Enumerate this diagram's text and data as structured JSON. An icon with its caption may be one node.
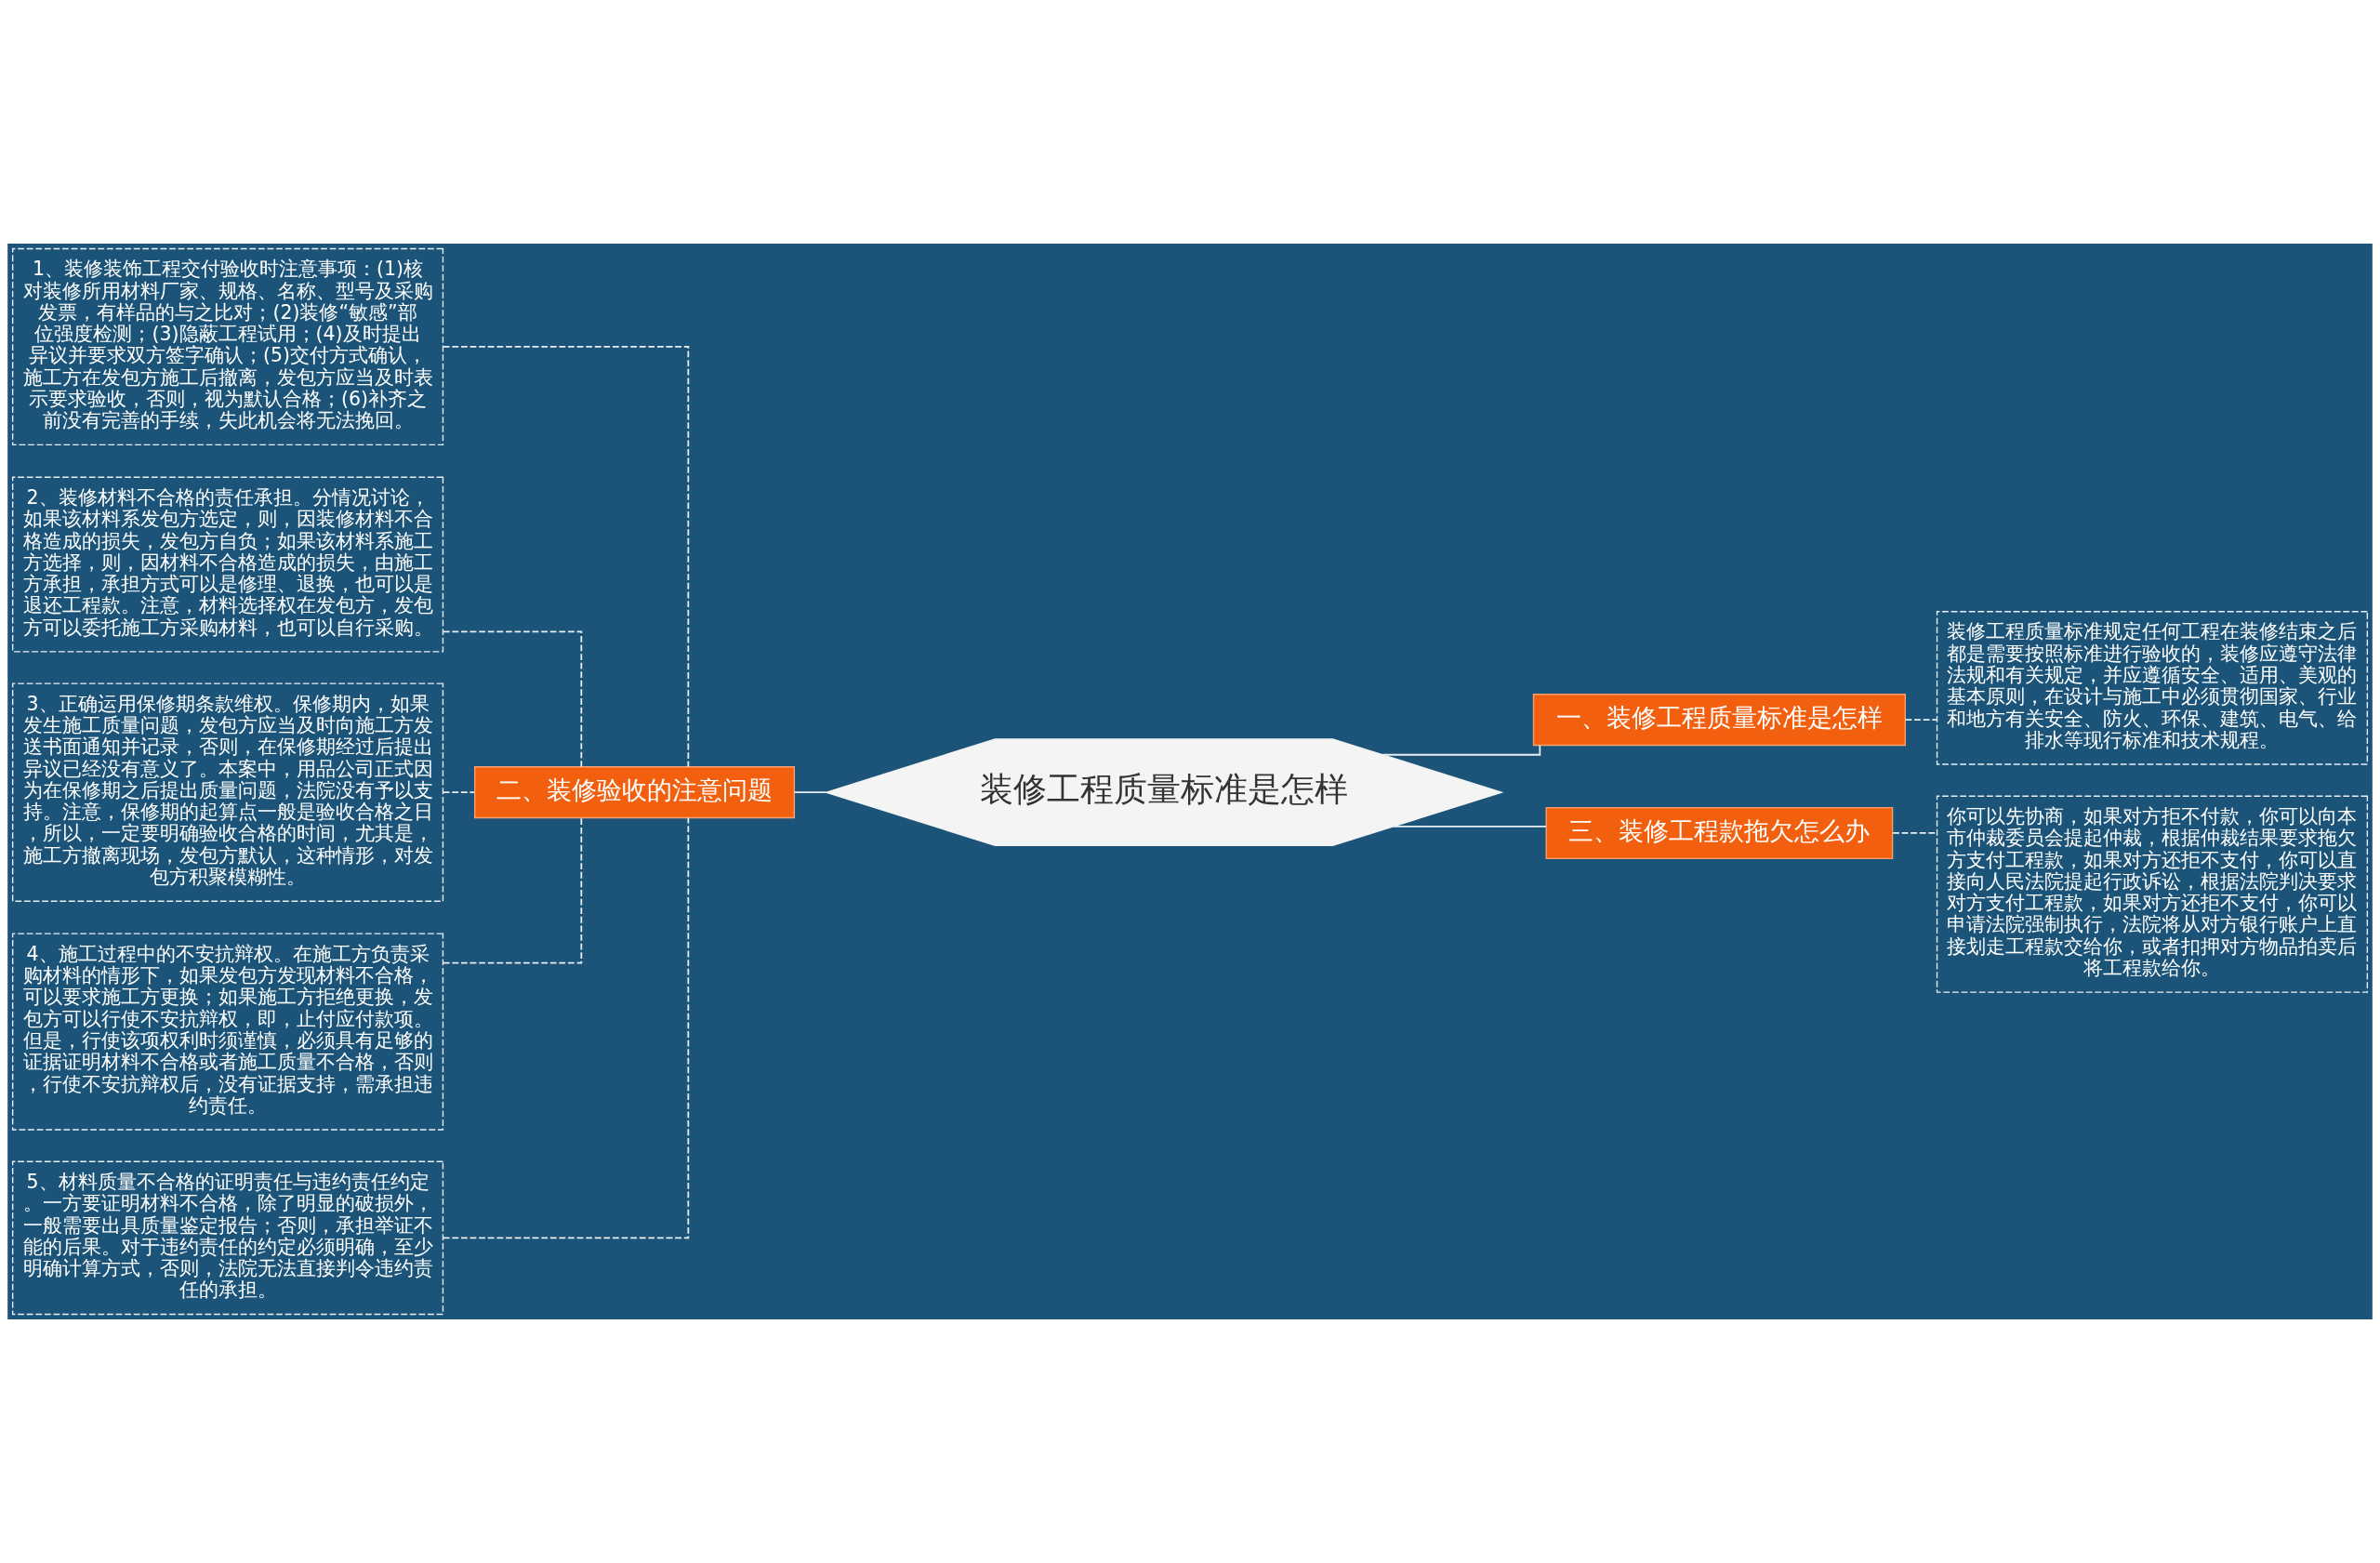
{
  "diagram": {
    "nodes": [
      {
        "text": [
          "装修工程质量标准是怎样"
        ]
      },
      {
        "text": [
          "二、装修验收的注意问题"
        ]
      },
      {
        "text": [
          "1、装修装饰工程交付验收时注意事项：(1)核对装修所用材料厂家、规格、名称、型号及采购发票，有样品的与之比对；(2)装修“敏感”部位强度检测；(3)隐蔽工程试用；(4)及时提出异议并要求双方签字确认；(5)交付方式确认，施工方在发包方施工后撤离，发包方应当及时表示要求验收，否则，视为默认合格；(6)补齐之前没有完善的手续，失此机会将无法挽回。"
        ]
      },
      {
        "text": [
          "2、装修材料不合格的责任承担。分情况讨论，如果该材料系发包方选定，则，因装修材料不合格造成的损失，发包方自负；如果该材料系施工方选择，则，因材料不合格造成的损失，由施工方承担，承担方式可以是修理、退换，也可以是退还工程款。注意，材料选择权在发包方，发包方可以委托施工方采购材料，也可以自行采购。"
        ]
      },
      {
        "text": [
          "3、正确运用保修期条款维权。保修期内，如果发生施工质量问题，发包方应当及时向施工方发送书面通知并记录，否则，在保修期经过后提出异议已经没有意义了。本案中，用品公司正式因为在保修期之后提出质量问题，法院没有予以支持。注意，保修期的起算点一般是验收合格之日，所以，一定要明确验收合格的时间，尤其是，施工方撤离现场，发包方默认，这种情形，对发包方积聚模糊性。"
        ]
      },
      {
        "text": [
          "4、施工过程中的不安抗辩权。在施工方负责采购材料的情形下，如果发包方发现材料不合格，可以要求施工方更换；如果施工方拒绝更换，发包方可以行使不安抗辩权，即，止付应付款项。但是，行使该项权利时须谨慎，必须具有足够的证据证明材料不合格或者施工质量不合格，否则，行使不安抗辩权后，没有证据支持，需承担违约责任。"
        ]
      },
      {
        "text": [
          "5、材料质量不合格的证明责任与违约责任约定。一方要证明材料不合格，除了明显的破损外，一般需要出具质量鉴定报告；否则，承担举证不能的后果。对于违约责任的约定必须明确，至少明确计算方式，否则，法院无法直接判令违约责任的承担。"
        ]
      },
      {
        "text": [
          "一、装修工程质量标准是怎样"
        ]
      },
      {
        "text": [
          "装修工程质量标准规定任何工程在装修结束之后都是需要按照标准进行验收的，装修应遵守法律法规和有关规定，并应遵循安全、适用、美观的基本原则，在设计与施工中必须贯彻国家、行业和地方有关安全、防火、环保、建筑、电气、给排水等现行标准和技术规程。"
        ]
      },
      {
        "text": [
          "三、装修工程款拖欠怎么办"
        ]
      },
      {
        "text": [
          "你可以先协商，如果对方拒不付款，你可以向本市仲裁委员会提起仲裁，根据仲裁结果要求拖欠方支付工程款，如果对方还拒不支付，你可以直接向人民法院提起行政诉讼，根据法院判决要求对方支付工程款，如果对方还拒不支付，你可以申请法院强制执行，法院将从对方银行账户上直接划走工程款交给你，或者扣押对方物品拍卖后将工程款给你。"
        ]
      }
    ],
    "edges": [
      {
        "from": 0,
        "to": 7,
        "arrow": "none"
      },
      {
        "from": 0,
        "to": 1,
        "arrow": "none"
      },
      {
        "from": 0,
        "to": 9,
        "arrow": "none"
      },
      {
        "from": 7,
        "to": 8,
        "arrow": "none",
        "style": "dashed"
      },
      {
        "from": 1,
        "to": 2,
        "arrow": "none",
        "style": "dashed"
      },
      {
        "from": 1,
        "to": 3,
        "arrow": "none",
        "style": "dashed"
      },
      {
        "from": 1,
        "to": 4,
        "arrow": "none",
        "style": "dashed"
      },
      {
        "from": 1,
        "to": 5,
        "arrow": "none",
        "style": "dashed"
      },
      {
        "from": 1,
        "to": 6,
        "arrow": "none",
        "style": "dashed"
      },
      {
        "from": 9,
        "to": 10,
        "arrow": "none",
        "style": "dashed"
      }
    ]
  }
}
